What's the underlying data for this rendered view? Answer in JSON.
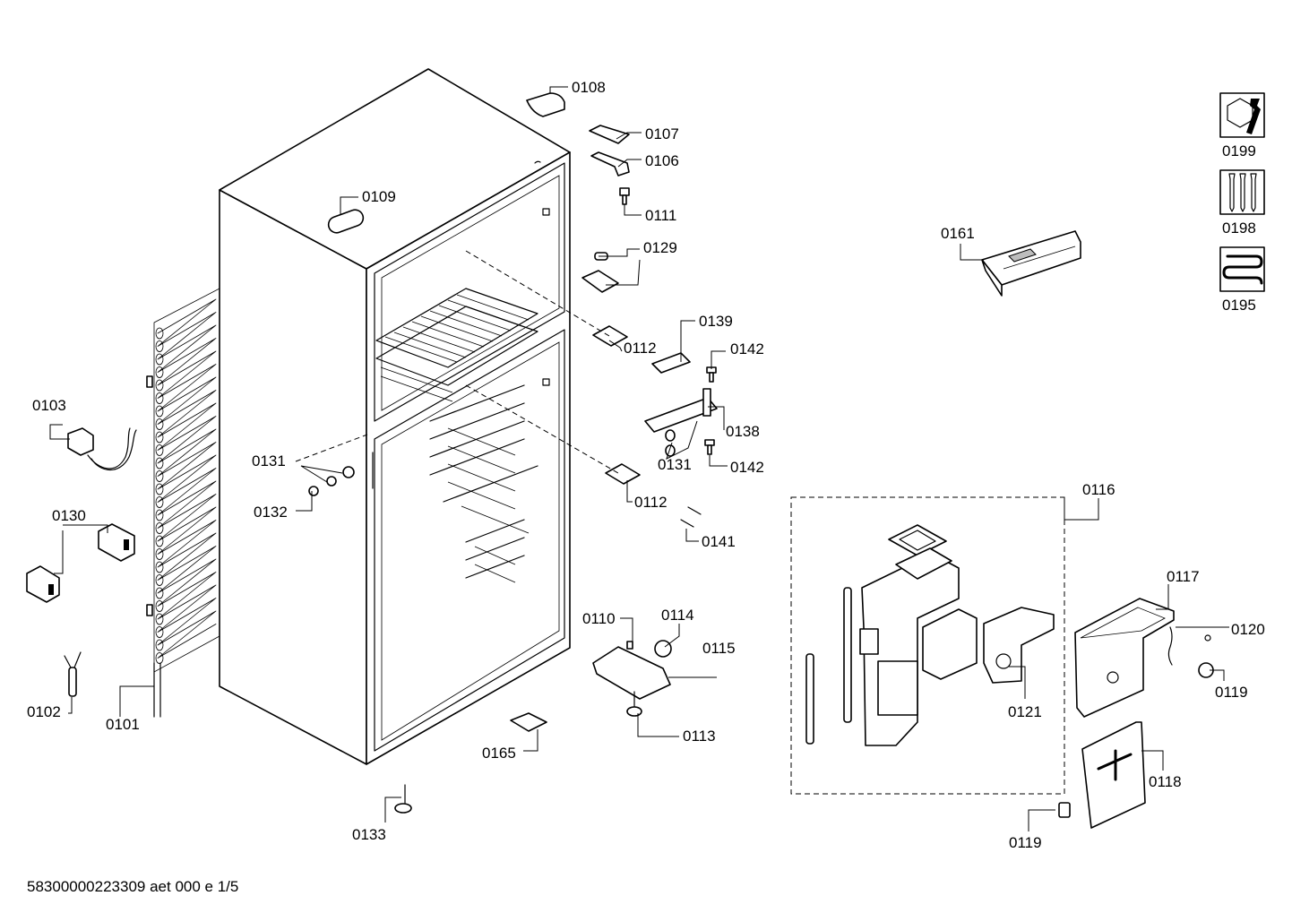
{
  "diagram": {
    "labels": [
      "0108",
      "0107",
      "0106",
      "0111",
      "0109",
      "0129",
      "0112",
      "0139",
      "0142",
      "0138",
      "0131",
      "0142",
      "0112",
      "0141",
      "0103",
      "0131",
      "0132",
      "0130",
      "0102",
      "0101",
      "0110",
      "0114",
      "0115",
      "0113",
      "0165",
      "0133",
      "0161",
      "0199",
      "0198",
      "0195",
      "0116",
      "0117",
      "0120",
      "0119",
      "0121",
      "0118",
      "0119"
    ],
    "icons": [
      "wrench-nut-icon",
      "screws-icon",
      "coil-icon"
    ]
  },
  "footer": {
    "document_code": "58300000223309 aet 000 e 1/5"
  }
}
